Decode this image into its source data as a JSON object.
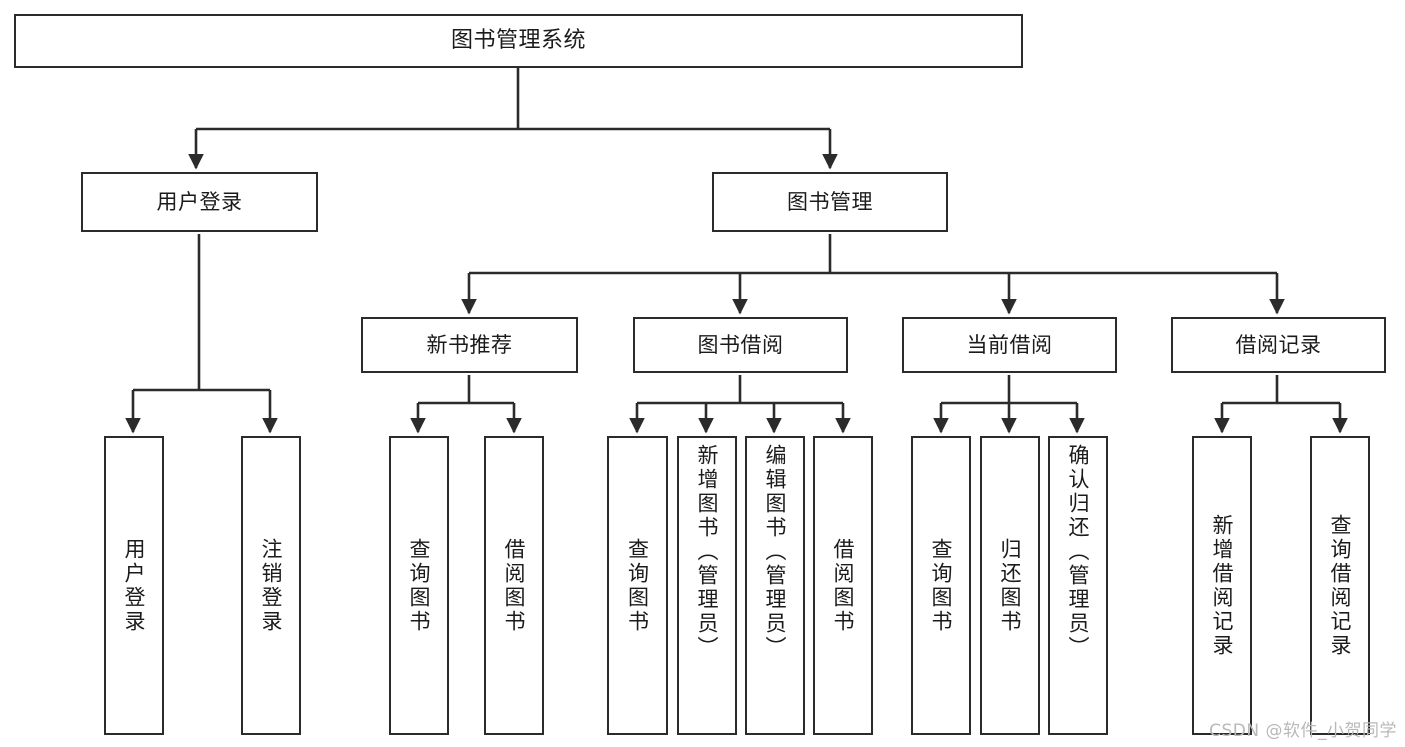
{
  "diagram": {
    "title": "图书管理系统",
    "type": "hierarchy-tree",
    "background_color": "#ffffff",
    "box_border_color": "#2b2b2b",
    "edge_color": "#2b2b2b",
    "text_color": "#1b1b1b",
    "levels": 4
  },
  "nodes": {
    "root": {
      "label": "图书管理系统"
    },
    "level2": [
      {
        "label": "用户登录"
      },
      {
        "label": "图书管理"
      }
    ],
    "level3": [
      {
        "label": "新书推荐"
      },
      {
        "label": "图书借阅"
      },
      {
        "label": "当前借阅"
      },
      {
        "label": "借阅记录"
      }
    ],
    "leaves": {
      "user_login": [
        {
          "label": "用户登录"
        },
        {
          "label": "注销登录"
        }
      ],
      "new_book_recommend": [
        {
          "label": "查询图书"
        },
        {
          "label": "借阅图书"
        }
      ],
      "book_borrow": [
        {
          "label": "查询图书"
        },
        {
          "label": "新增图书（管理员）"
        },
        {
          "label": "编辑图书（管理员）"
        },
        {
          "label": "借阅图书"
        }
      ],
      "current_borrow": [
        {
          "label": "查询图书"
        },
        {
          "label": "归还图书"
        },
        {
          "label": "确认归还（管理员）"
        }
      ],
      "borrow_records": [
        {
          "label": "新增借阅记录"
        },
        {
          "label": "查询借阅记录"
        }
      ]
    }
  },
  "watermark": {
    "text": "CSDN @软件_小贺同学"
  }
}
